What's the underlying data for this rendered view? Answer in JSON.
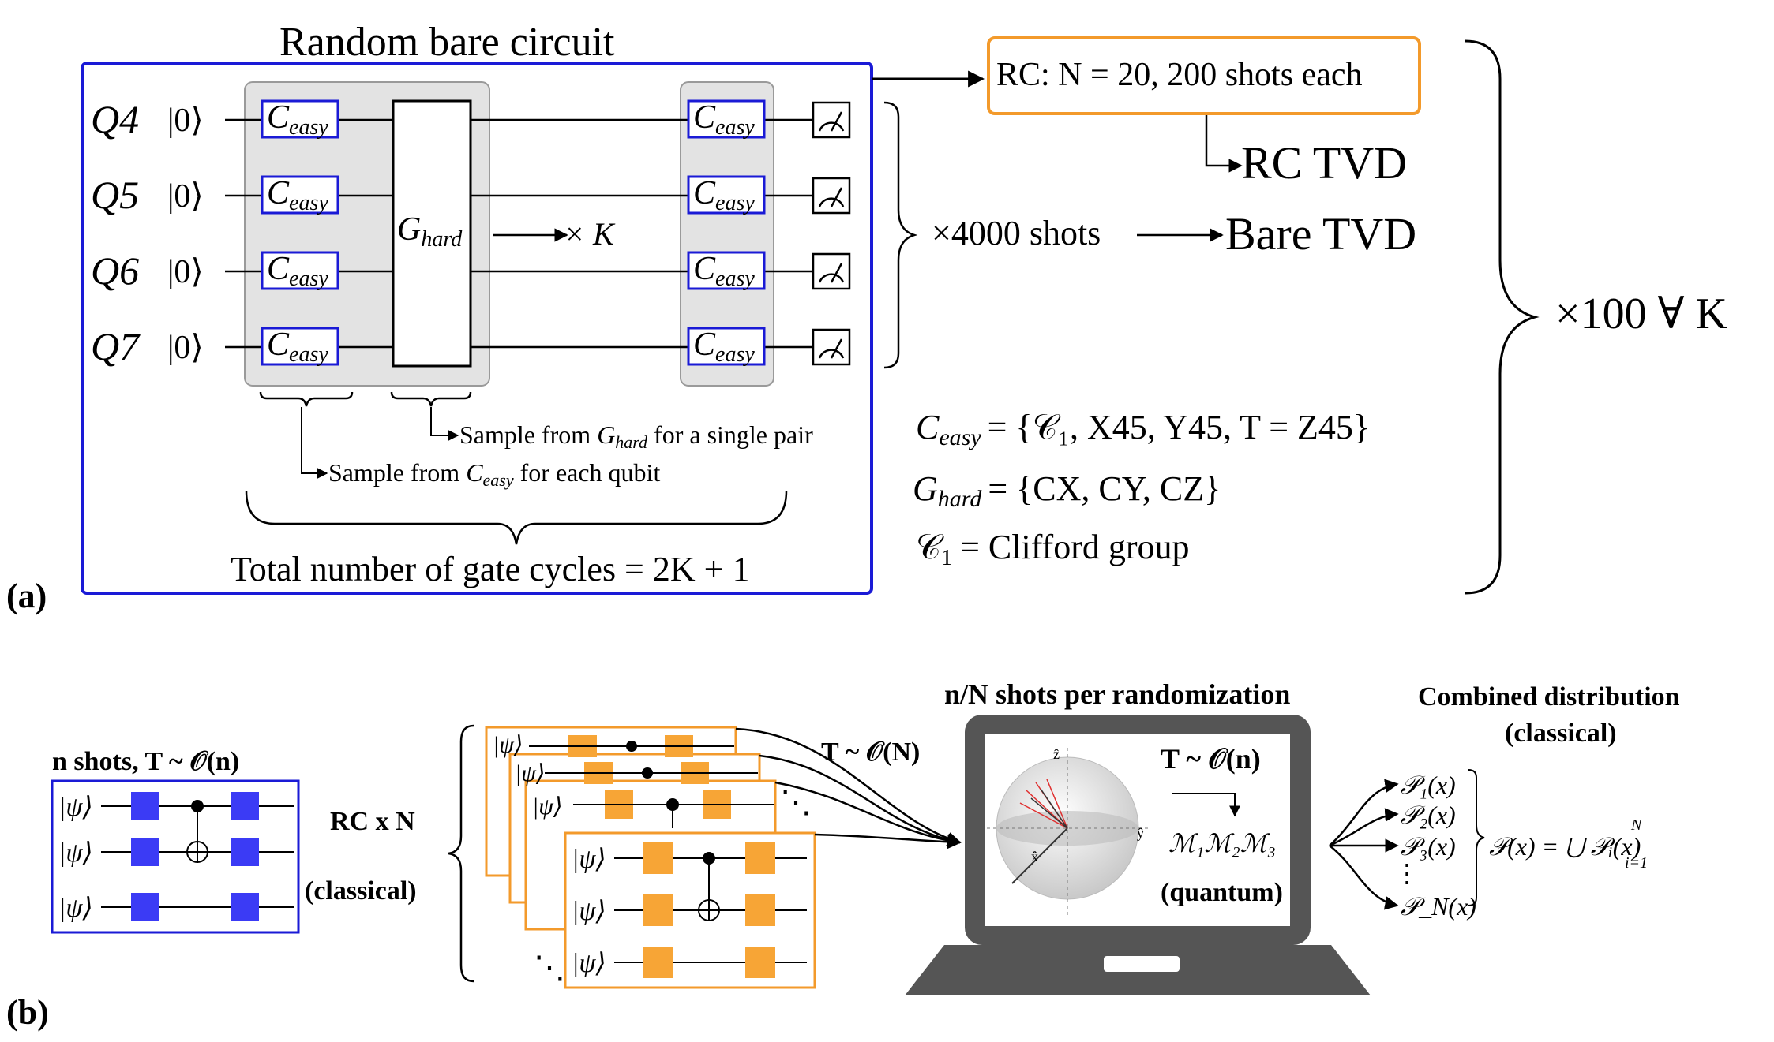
{
  "colors": {
    "blue": "#1a1ad6",
    "orange": "#f39a2b",
    "gate_fill_blue": "#3b3bf5",
    "gate_fill_orange": "#f7a536",
    "gray_panel": "#e3e3e3",
    "laptop": "#555555"
  },
  "panel_a": {
    "label": "(a)",
    "title": "Random bare circuit",
    "qubits": [
      {
        "name": "Q4",
        "ket": "|0⟩"
      },
      {
        "name": "Q5",
        "ket": "|0⟩"
      },
      {
        "name": "Q6",
        "ket": "|0⟩"
      },
      {
        "name": "Q7",
        "ket": "|0⟩"
      }
    ],
    "gate_easy": "C",
    "gate_easy_sub": "easy",
    "gate_hard": "G",
    "gate_hard_sub": "hard",
    "times_k": "× K",
    "sample_hard_pre": "Sample from ",
    "sample_hard_post": " for a single pair",
    "sample_easy_pre": "Sample from ",
    "sample_easy_post": " for each qubit",
    "total_cycles": "Total number of gate cycles = 2K + 1",
    "rc_box": "RC:  N = 20, 200 shots each",
    "rc_tvd": "RC TVD",
    "shots": "×4000 shots",
    "bare_tvd": "Bare TVD",
    "times_100": "×100 ∀ K",
    "def_easy": "= {𝒞₁, X45, Y45, T = Z45}",
    "def_hard": "= {CX, CY, CZ}",
    "def_c1_sym": "𝒞",
    "def_c1": "= Clifford group"
  },
  "panel_b": {
    "label": "(b)",
    "n_shots": "n shots,  T ~ 𝒪(n)",
    "ket": "|ψ⟩",
    "rc_x_n": "RC x N",
    "classical": "(classical)",
    "t_big_n": "T ~ 𝒪(N)",
    "nN_title": "n/N shots per randomization",
    "t_small_n": "T ~ 𝒪(n)",
    "measure": "ℳ₁ℳ₂ℳ₃",
    "quantum": "(quantum)",
    "combined_title_1": "Combined distribution",
    "combined_title_2": "(classical)",
    "p_items": [
      "𝒫₁(x)",
      "𝒫₂(x)",
      "𝒫₃(x)",
      "𝒫_N(x)"
    ],
    "p_union": "𝒫(x) = ⋃ 𝒫ᵢ(x)",
    "union_top": "N",
    "union_bottom": "i=1",
    "axis_x": "x̂",
    "axis_y": "ŷ",
    "axis_z": "ẑ"
  }
}
